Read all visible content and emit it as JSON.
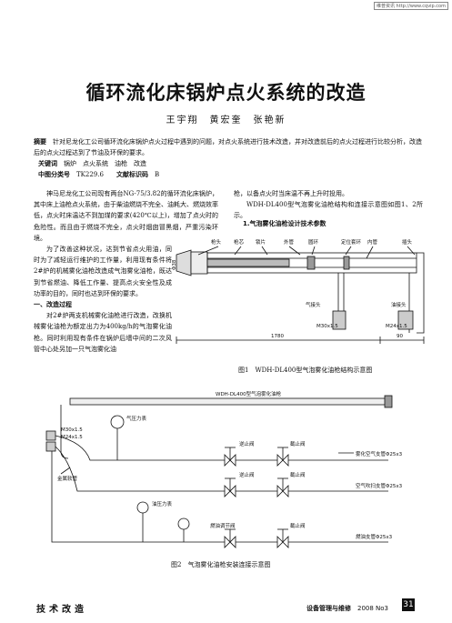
{
  "watermark": "维普资讯 http://www.cqvip.com",
  "title": "循环流化床锅炉点火系统的改造",
  "authors": "王宇翔　黄宏奎　张艳新",
  "abstract_label": "摘要",
  "abstract_text": "针对尼龙化工公司循环流化床锅炉点火过程中遇到的问题，对点火系统进行技术改造，并对改造前后的点火过程进行比较分析，改造后的点火过程达到了节油及环保的要求。",
  "keywords_label": "关键词",
  "keywords": "锅炉　点火系统　油枪　改造",
  "class_label": "中图分类号",
  "class_value": "TK229.6",
  "doc_label": "文献标识码",
  "doc_value": "B",
  "left_col": [
    "神马尼龙化工公司现有两台NG-75/3.82的循环流化床锅炉，其中床上油枪点火系统，由于柴油燃烧不完全、油耗大、燃烧效率低，点火时床温达不到加煤的要求(420℃以上)，增加了点火时的危险性。而且由于燃烧不完全，点火时烟囱冒黑烟，严重污染环境。"
  ],
  "left_col_b": [
    "为了改善这种状况，达到节省点火用油，同时为了减轻运行维护的工作量，利用现有条件将2#炉的机械雾化油枪改造成气泡雾化油枪，既达到节省燃油、降低工作量、提高点火安全性及成功率的目的，同时也达到环保的要求。"
  ],
  "left_head": "一、改造过程",
  "left_col_c": [
    "对2#炉两支机械雾化油枪进行改造，改换机械雾化油枪为额定出力为400kg/h的气泡雾化油枪。同时利用现有条件在锅炉后墙中间的二次风管中心处另加一只气泡雾化油"
  ],
  "right_col": [
    "枪，以备点火时当床温不再上升时投用。",
    "WDH-DL400型气泡雾化油枪结构和连接示意图如图1、2所示。"
  ],
  "right_sub": "1.气泡雾化油枪设计技术参数",
  "fig1": {
    "labels": [
      "枪头",
      "枪芯",
      "锁片",
      "外管",
      "圆环",
      "定位套环",
      "内管",
      "插头"
    ],
    "gas_head": "气接头",
    "oil_head": "油接头",
    "m30": "M30x1.5",
    "m24": "M24x1.5",
    "dim_main": "1780",
    "dim_90": "90",
    "dia": "Φ38",
    "caption": "图1　WDH-DL400型气泡雾化油枪结构示意图"
  },
  "fig2": {
    "gun_label": "WDH-DL400型气泡雾化油枪",
    "gauge1": "气压力表",
    "m30": "M30x1.5",
    "m24": "M24x1.5",
    "hose": "金属软管",
    "gauge2": "油压力表",
    "check1": "逆止阀",
    "stop1": "截止阀",
    "pipe1": "雾化空气支管Φ25x3",
    "check2": "逆止阀",
    "stop2": "截止阀",
    "pipe2": "空气吹扫支管Φ25x3",
    "regulator": "燃油调节阀",
    "stop3": "截止阀",
    "pipe3": "燃油支管Φ25x3",
    "caption": "图2　气泡雾化油枪安装连接示意图"
  },
  "footer_left": "技术改造",
  "footer_journal": "设备管理与维修",
  "footer_issue": "2008 No3",
  "page_number": "31"
}
